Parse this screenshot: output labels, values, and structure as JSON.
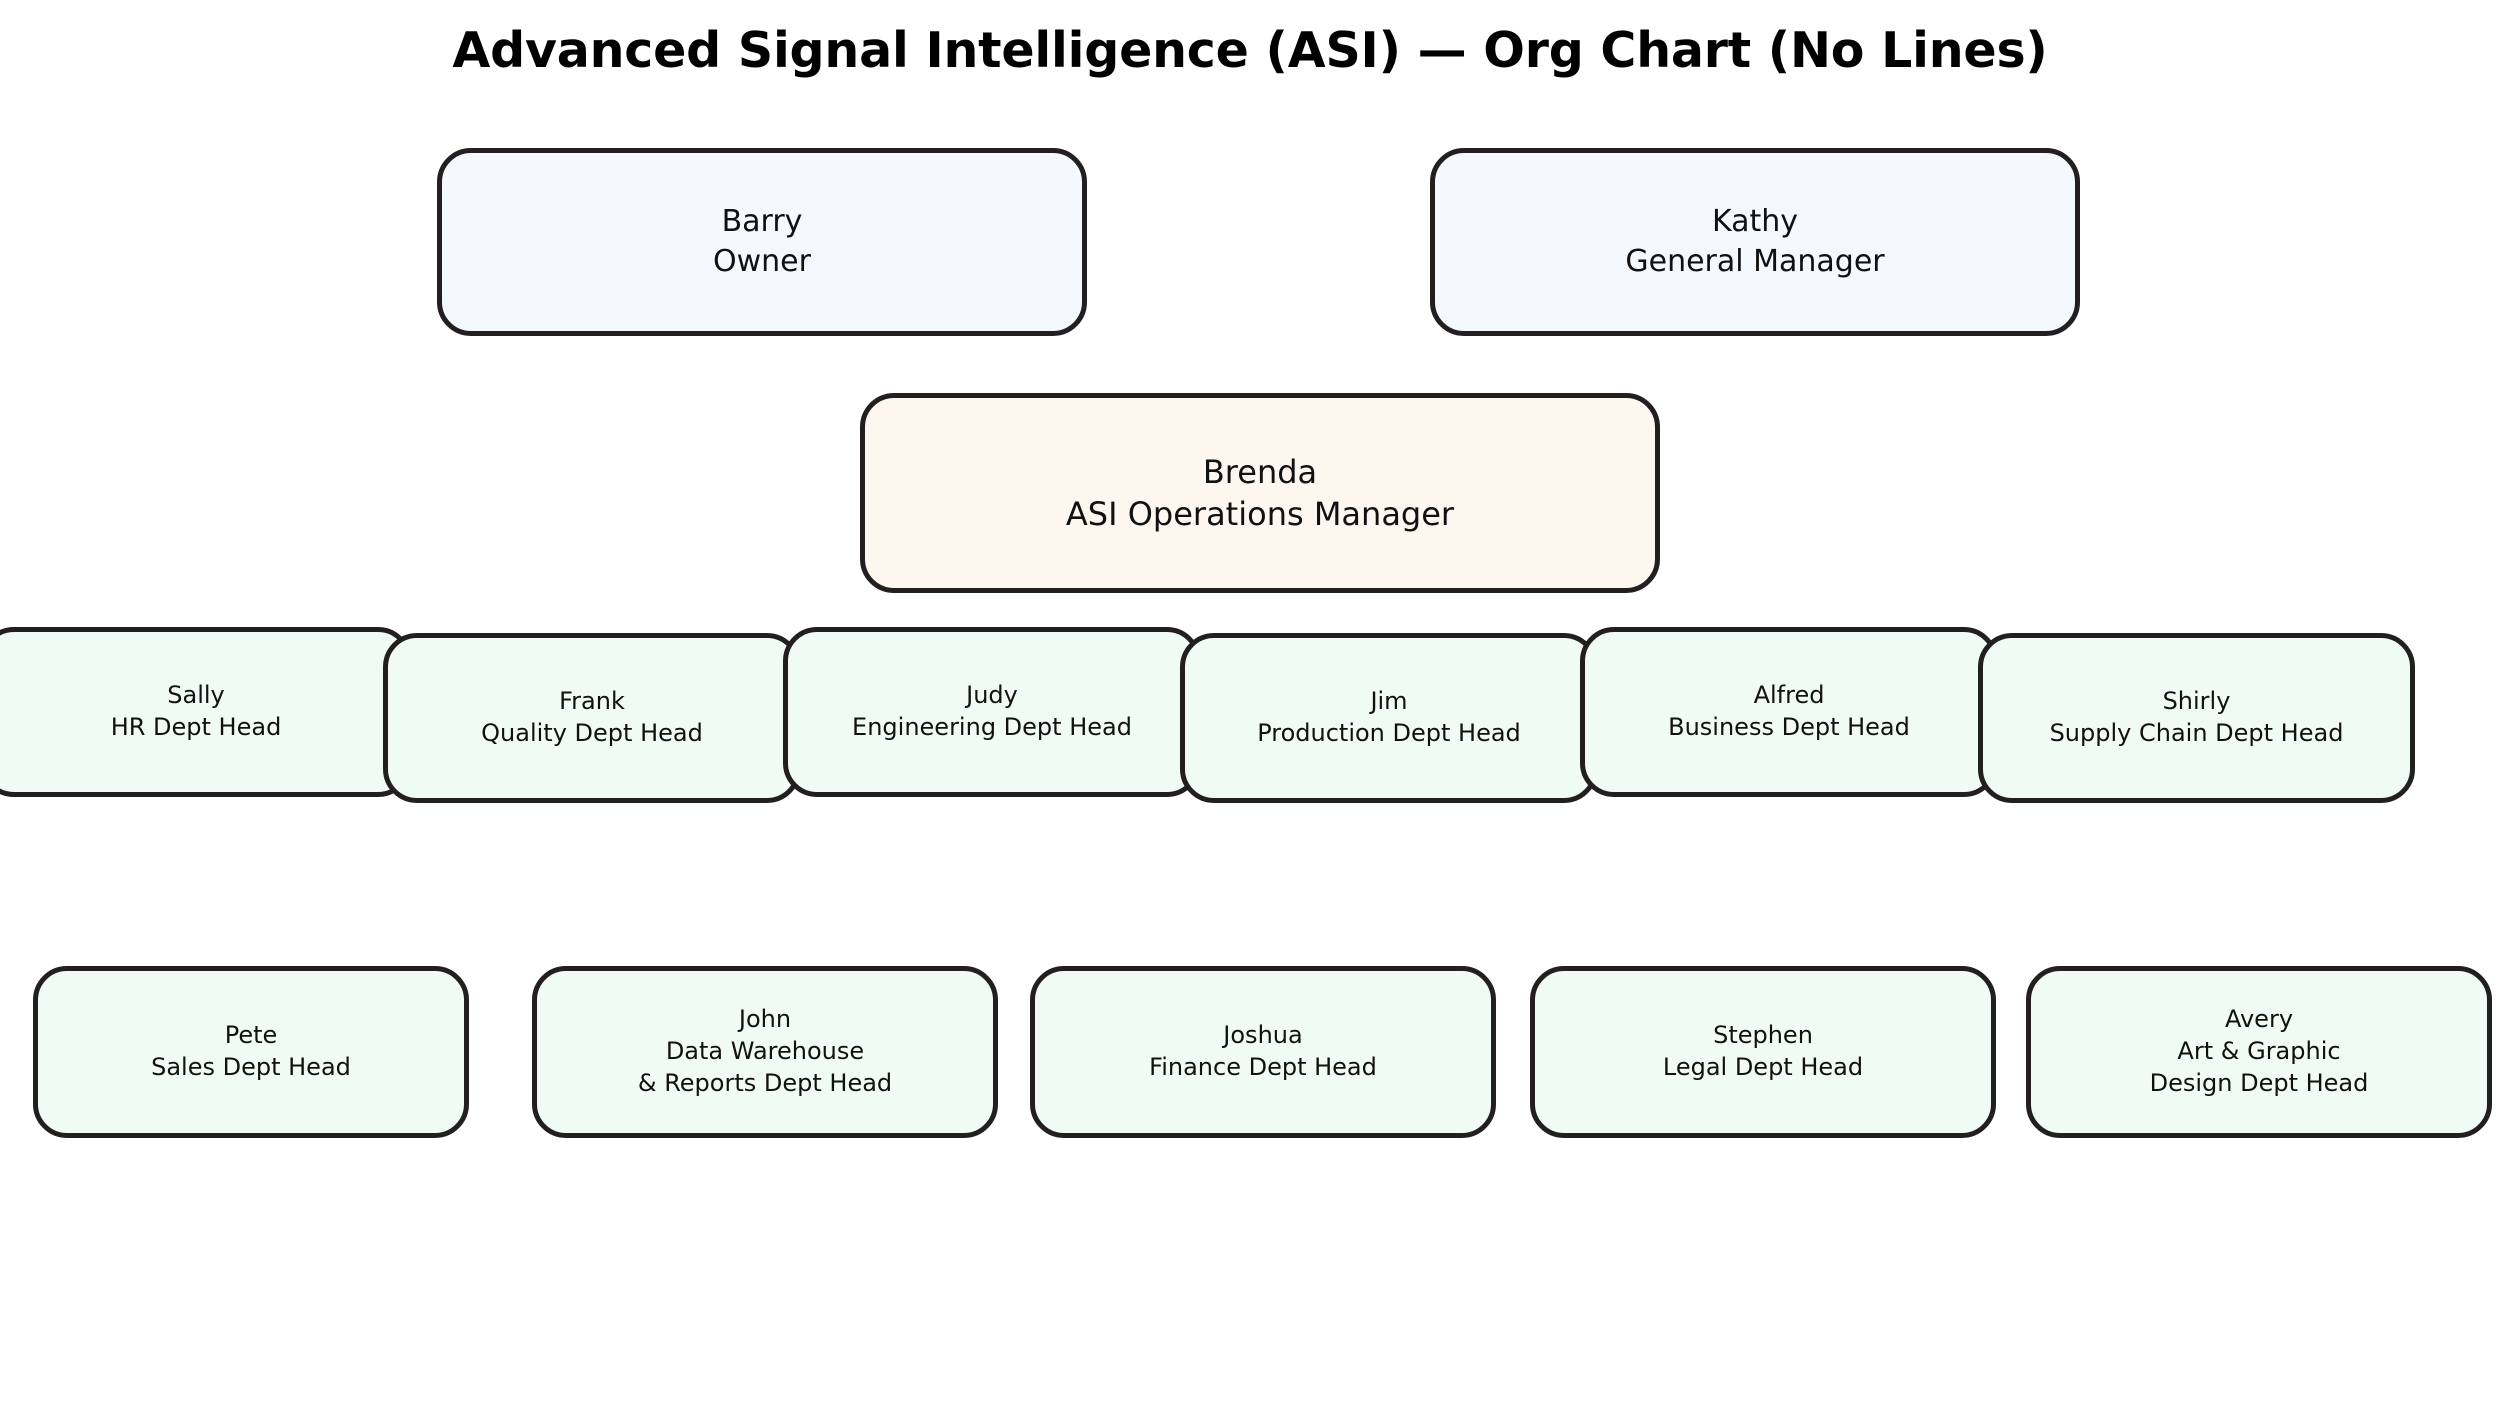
{
  "title": "Advanced Signal Intelligence (ASI) — Org Chart (No Lines)",
  "colors": {
    "background": "#ffffff",
    "outline": "#231f20",
    "executive_fill": "#f4f8ff",
    "operations_fill": "#fdf7f0",
    "department_fill": "#f1fbf5",
    "text": "#111111"
  },
  "chart_data": {
    "type": "diagram",
    "diagram_kind": "org-chart",
    "title": "Advanced Signal Intelligence (ASI) — Org Chart (No Lines)",
    "edges": [],
    "note": "No connector lines are drawn between nodes.",
    "tiers": [
      {
        "tier": 1,
        "name": "executive",
        "fill": "#f4f8ff",
        "nodes": [
          {
            "id": "barry",
            "person": "Barry",
            "role": "Owner",
            "label": "Barry\nOwner"
          },
          {
            "id": "kathy",
            "person": "Kathy",
            "role": "General Manager",
            "label": "Kathy\nGeneral Manager"
          }
        ]
      },
      {
        "tier": 2,
        "name": "operations",
        "fill": "#fdf7f0",
        "nodes": [
          {
            "id": "brenda",
            "person": "Brenda",
            "role": "ASI Operations Manager",
            "label": "Brenda\nASI Operations Manager"
          }
        ]
      },
      {
        "tier": 3,
        "name": "department-heads-row-1",
        "fill": "#f1fbf5",
        "nodes": [
          {
            "id": "sally",
            "person": "Sally",
            "role": "HR Dept Head",
            "label": "Sally\nHR Dept Head"
          },
          {
            "id": "frank",
            "person": "Frank",
            "role": "Quality Dept Head",
            "label": "Frank\nQuality Dept Head"
          },
          {
            "id": "judy",
            "person": "Judy",
            "role": "Engineering Dept Head",
            "label": "Judy\nEngineering Dept Head"
          },
          {
            "id": "jim",
            "person": "Jim",
            "role": "Production Dept Head",
            "label": "Jim\nProduction Dept Head"
          },
          {
            "id": "alfred",
            "person": "Alfred",
            "role": "Business Dept Head",
            "label": "Alfred\nBusiness Dept Head"
          },
          {
            "id": "shirly",
            "person": "Shirly",
            "role": "Supply Chain Dept Head",
            "label": "Shirly\nSupply Chain Dept Head"
          }
        ]
      },
      {
        "tier": 4,
        "name": "department-heads-row-2",
        "fill": "#f1fbf5",
        "nodes": [
          {
            "id": "pete",
            "person": "Pete",
            "role": "Sales Dept Head",
            "label": "Pete\nSales Dept Head"
          },
          {
            "id": "john",
            "person": "John",
            "role": "Data Warehouse & Reports Dept Head",
            "label": "John\nData Warehouse\n& Reports Dept Head"
          },
          {
            "id": "joshua",
            "person": "Joshua",
            "role": "Finance Dept Head",
            "label": "Joshua\nFinance Dept Head"
          },
          {
            "id": "stephen",
            "person": "Stephen",
            "role": "Legal Dept Head",
            "label": "Stephen\nLegal Dept Head"
          },
          {
            "id": "avery",
            "person": "Avery",
            "role": "Art & Graphic Design Dept Head",
            "label": "Avery\nArt & Graphic\nDesign Dept Head"
          }
        ]
      }
    ]
  }
}
